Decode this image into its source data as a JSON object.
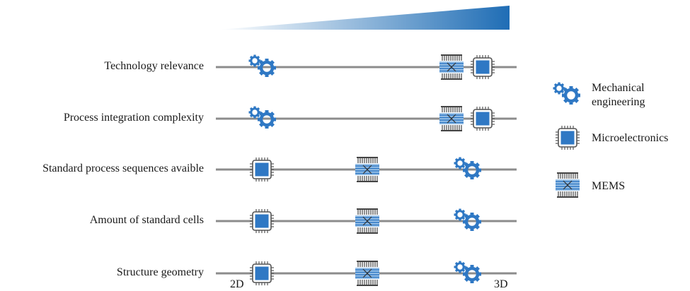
{
  "gradient_bar": {
    "start_color": "#ffffff",
    "end_color": "#1f6db5"
  },
  "rows": [
    {
      "label": "Technology relevance",
      "items": [
        {
          "icon": "gears-icon",
          "pos": "low"
        },
        {
          "icon": "mems-icon",
          "pos": "high"
        },
        {
          "icon": "chip-icon",
          "pos": "high"
        }
      ]
    },
    {
      "label": "Process integration complexity",
      "items": [
        {
          "icon": "gears-icon",
          "pos": "low"
        },
        {
          "icon": "mems-icon",
          "pos": "high"
        },
        {
          "icon": "chip-icon",
          "pos": "high"
        }
      ]
    },
    {
      "label": "Standard process sequences avaible",
      "items": [
        {
          "icon": "chip-icon",
          "pos": "low"
        },
        {
          "icon": "mems-icon",
          "pos": "mid"
        },
        {
          "icon": "gears-icon",
          "pos": "high"
        }
      ]
    },
    {
      "label": "Amount of standard cells",
      "items": [
        {
          "icon": "chip-icon",
          "pos": "low"
        },
        {
          "icon": "mems-icon",
          "pos": "mid"
        },
        {
          "icon": "gears-icon",
          "pos": "high"
        }
      ]
    },
    {
      "label": "Structure geometry",
      "items": [
        {
          "icon": "chip-icon",
          "pos": "low"
        },
        {
          "icon": "mems-icon",
          "pos": "mid"
        },
        {
          "icon": "gears-icon",
          "pos": "high"
        }
      ]
    }
  ],
  "axis": {
    "start_label": "2D",
    "end_label": "3D"
  },
  "legend": [
    {
      "icon": "gears-icon",
      "label_line1": "Mechanical",
      "label_line2": "engineering"
    },
    {
      "icon": "chip-icon",
      "label_line1": "Microelectronics",
      "label_line2": ""
    },
    {
      "icon": "mems-icon",
      "label_line1": "MEMS",
      "label_line2": ""
    }
  ],
  "colors": {
    "accent": "#2f78c4",
    "line": "#8c8c8c",
    "chip_frame": "#555555",
    "mems_stripe": "#444444"
  }
}
